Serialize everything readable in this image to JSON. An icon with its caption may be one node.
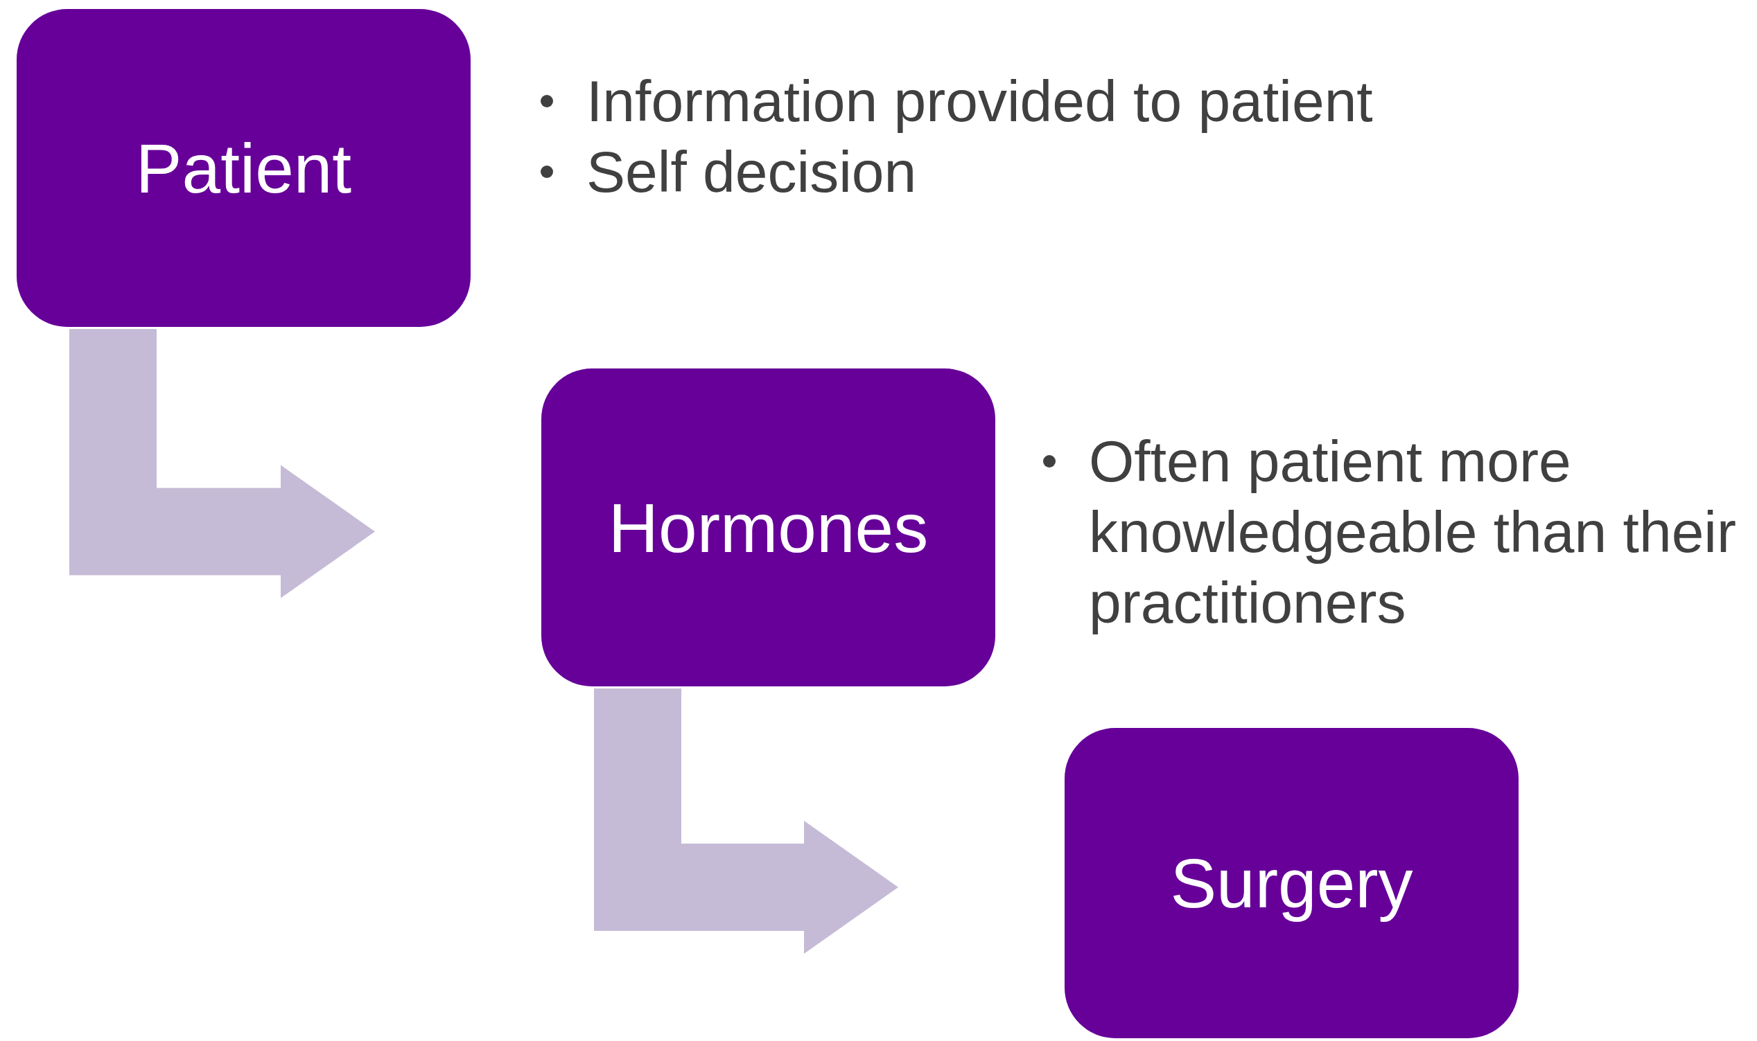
{
  "diagram": {
    "nodes": [
      {
        "text": [
          "Patient"
        ],
        "beside": [
          "Information provided to patient",
          "Self decision"
        ]
      },
      {
        "text": [
          "Hormones"
        ],
        "beside": [
          "Often patient more knowledgeable than their practitioners"
        ]
      },
      {
        "text": [
          "Surgery"
        ]
      }
    ],
    "edges": [
      {
        "from": 0,
        "to": 1,
        "arrow": "to",
        "style": "thick"
      },
      {
        "from": 1,
        "to": 2,
        "arrow": "to",
        "style": "thick"
      }
    ]
  }
}
